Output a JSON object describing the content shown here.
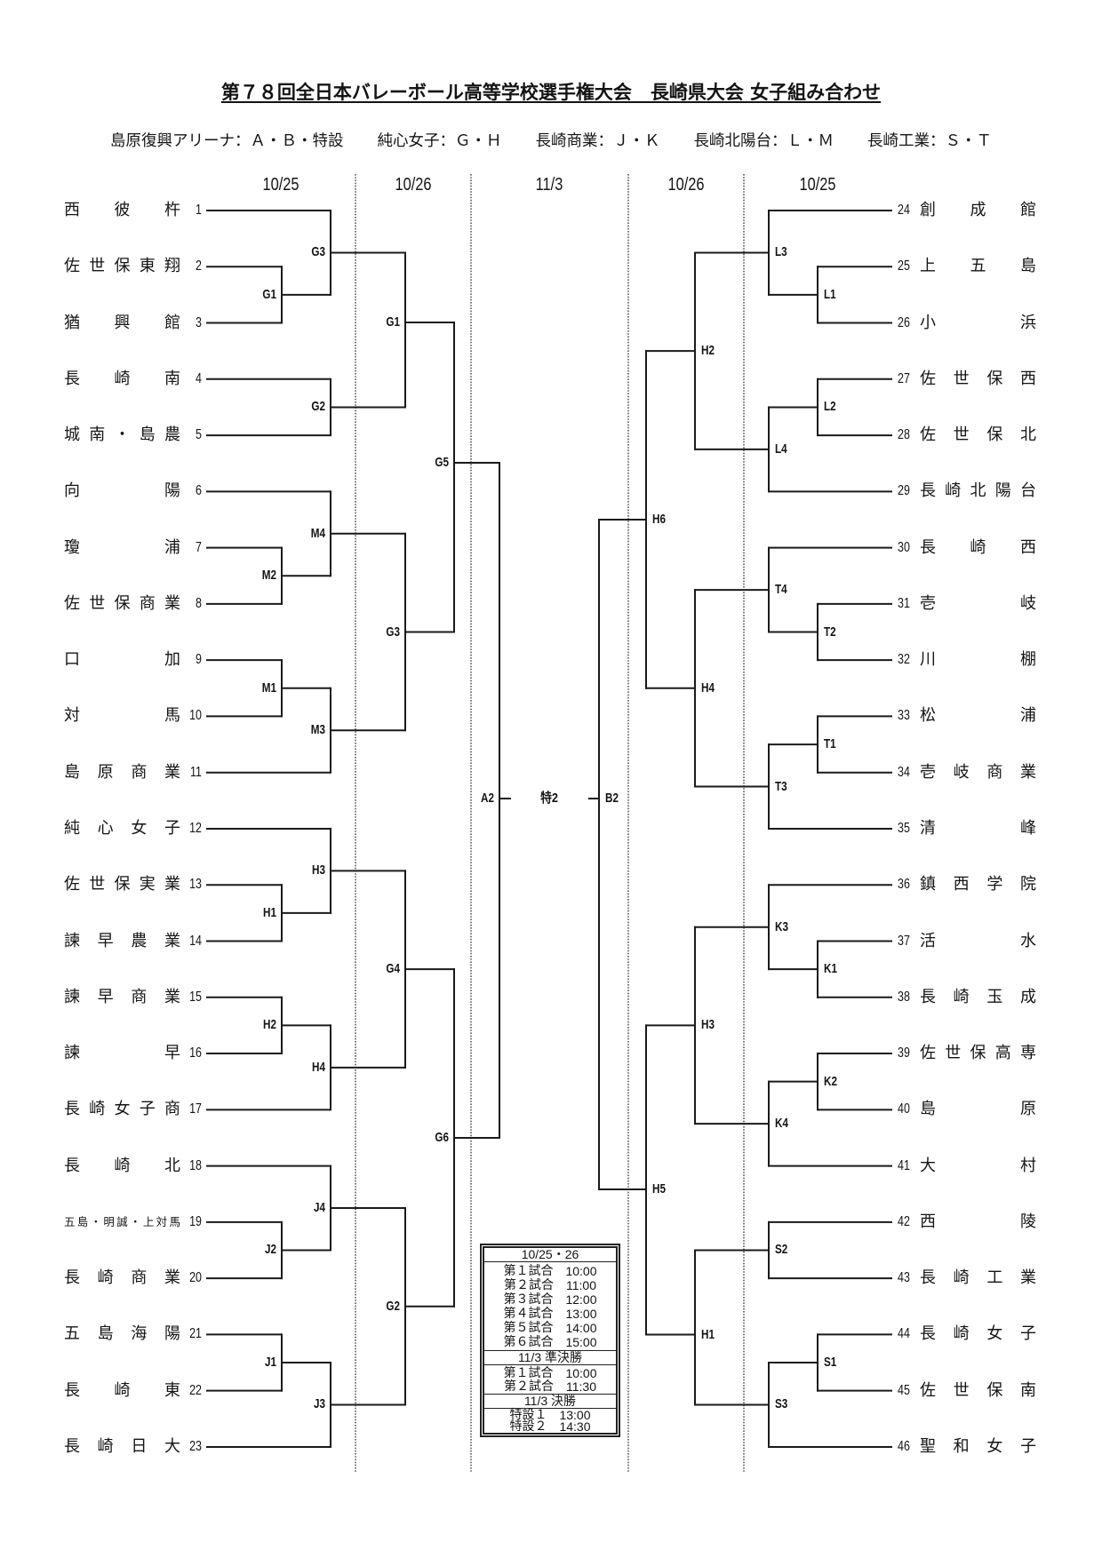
{
  "title": "第７８回全日本バレーボール高等学校選手権大会　長崎県大会 女子組み合わせ",
  "venue_separator": "：",
  "venues": [
    {
      "name": "島原復興アリーナ",
      "courts": "Ａ・Ｂ・特設"
    },
    {
      "name": "純心女子",
      "courts": "Ｇ・Ｈ"
    },
    {
      "name": "長崎商業",
      "courts": "Ｊ・Ｋ"
    },
    {
      "name": "長崎北陽台",
      "courts": "Ｌ・Ｍ"
    },
    {
      "name": "長崎工業",
      "courts": "Ｓ・Ｔ"
    }
  ],
  "round_dates": [
    "10/25",
    "10/26",
    "11/3",
    "10/26",
    "10/25"
  ],
  "bracket": {
    "final": {
      "label": "特2"
    },
    "left": {
      "label": "A2",
      "children": [
        {
          "label": "G5",
          "children": [
            {
              "label": "G1",
              "children": [
                {
                  "label": "G3",
                  "children": [
                    {
                      "seed": 1,
                      "name": "西彼杵"
                    },
                    {
                      "label": "G1",
                      "children": [
                        {
                          "seed": 2,
                          "name": "佐世保東翔"
                        },
                        {
                          "seed": 3,
                          "name": "猶興館"
                        }
                      ]
                    }
                  ]
                },
                {
                  "label": "G2",
                  "children": [
                    {
                      "seed": 4,
                      "name": "長崎南"
                    },
                    {
                      "seed": 5,
                      "name": "城南・島農"
                    }
                  ]
                }
              ]
            },
            {
              "label": "G3",
              "children": [
                {
                  "label": "M4",
                  "children": [
                    {
                      "seed": 6,
                      "name": "向陽"
                    },
                    {
                      "label": "M2",
                      "children": [
                        {
                          "seed": 7,
                          "name": "瓊浦"
                        },
                        {
                          "seed": 8,
                          "name": "佐世保商業"
                        }
                      ]
                    }
                  ]
                },
                {
                  "label": "M3",
                  "children": [
                    {
                      "label": "M1",
                      "children": [
                        {
                          "seed": 9,
                          "name": "口加"
                        },
                        {
                          "seed": 10,
                          "name": "対馬"
                        }
                      ]
                    },
                    {
                      "seed": 11,
                      "name": "島原商業"
                    }
                  ]
                }
              ]
            }
          ]
        },
        {
          "label": "G6",
          "children": [
            {
              "label": "G4",
              "children": [
                {
                  "label": "H3",
                  "children": [
                    {
                      "seed": 12,
                      "name": "純心女子"
                    },
                    {
                      "label": "H1",
                      "children": [
                        {
                          "seed": 13,
                          "name": "佐世保実業"
                        },
                        {
                          "seed": 14,
                          "name": "諫早農業"
                        }
                      ]
                    }
                  ]
                },
                {
                  "label": "H4",
                  "children": [
                    {
                      "label": "H2",
                      "children": [
                        {
                          "seed": 15,
                          "name": "諫早商業"
                        },
                        {
                          "seed": 16,
                          "name": "諫早"
                        }
                      ]
                    },
                    {
                      "seed": 17,
                      "name": "長崎女子商"
                    }
                  ]
                }
              ]
            },
            {
              "label": "G2",
              "children": [
                {
                  "label": "J4",
                  "children": [
                    {
                      "seed": 18,
                      "name": "長崎北"
                    },
                    {
                      "label": "J2",
                      "children": [
                        {
                          "seed": 19,
                          "name": "五島・明誠・上対馬"
                        },
                        {
                          "seed": 20,
                          "name": "長崎商業"
                        }
                      ]
                    }
                  ]
                },
                {
                  "label": "J3",
                  "children": [
                    {
                      "label": "J1",
                      "children": [
                        {
                          "seed": 21,
                          "name": "五島海陽"
                        },
                        {
                          "seed": 22,
                          "name": "長崎東"
                        }
                      ]
                    },
                    {
                      "seed": 23,
                      "name": "長崎日大"
                    }
                  ]
                }
              ]
            }
          ]
        }
      ]
    },
    "right": {
      "label": "B2",
      "children": [
        {
          "label": "H6",
          "children": [
            {
              "label": "H2",
              "children": [
                {
                  "label": "L3",
                  "children": [
                    {
                      "seed": 24,
                      "name": "創成館"
                    },
                    {
                      "label": "L1",
                      "children": [
                        {
                          "seed": 25,
                          "name": "上五島"
                        },
                        {
                          "seed": 26,
                          "name": "小浜"
                        }
                      ]
                    }
                  ]
                },
                {
                  "label": "L4",
                  "children": [
                    {
                      "label": "L2",
                      "children": [
                        {
                          "seed": 27,
                          "name": "佐世保西"
                        },
                        {
                          "seed": 28,
                          "name": "佐世保北"
                        }
                      ]
                    },
                    {
                      "seed": 29,
                      "name": "長崎北陽台"
                    }
                  ]
                }
              ]
            },
            {
              "label": "H4",
              "children": [
                {
                  "label": "T4",
                  "children": [
                    {
                      "seed": 30,
                      "name": "長崎西"
                    },
                    {
                      "label": "T2",
                      "children": [
                        {
                          "seed": 31,
                          "name": "壱岐"
                        },
                        {
                          "seed": 32,
                          "name": "川棚"
                        }
                      ]
                    }
                  ]
                },
                {
                  "label": "T3",
                  "children": [
                    {
                      "label": "T1",
                      "children": [
                        {
                          "seed": 33,
                          "name": "松浦"
                        },
                        {
                          "seed": 34,
                          "name": "壱岐商業"
                        }
                      ]
                    },
                    {
                      "seed": 35,
                      "name": "清峰"
                    }
                  ]
                }
              ]
            }
          ]
        },
        {
          "label": "H5",
          "children": [
            {
              "label": "H3",
              "children": [
                {
                  "label": "K3",
                  "children": [
                    {
                      "seed": 36,
                      "name": "鎮西学院"
                    },
                    {
                      "label": "K1",
                      "children": [
                        {
                          "seed": 37,
                          "name": "活水"
                        },
                        {
                          "seed": 38,
                          "name": "長崎玉成"
                        }
                      ]
                    }
                  ]
                },
                {
                  "label": "K4",
                  "children": [
                    {
                      "label": "K2",
                      "children": [
                        {
                          "seed": 39,
                          "name": "佐世保高専"
                        },
                        {
                          "seed": 40,
                          "name": "島原"
                        }
                      ]
                    },
                    {
                      "seed": 41,
                      "name": "大村"
                    }
                  ]
                }
              ]
            },
            {
              "label": "H1",
              "children": [
                {
                  "label": "S2",
                  "children": [
                    {
                      "seed": 42,
                      "name": "西陵"
                    },
                    {
                      "seed": 43,
                      "name": "長崎工業"
                    }
                  ]
                },
                {
                  "label": "S3",
                  "children": [
                    {
                      "label": "S1",
                      "children": [
                        {
                          "seed": 44,
                          "name": "長崎女子"
                        },
                        {
                          "seed": 45,
                          "name": "佐世保南"
                        }
                      ]
                    },
                    {
                      "seed": 46,
                      "name": "聖和女子"
                    }
                  ]
                }
              ]
            }
          ]
        }
      ]
    }
  },
  "schedule": {
    "sections": [
      {
        "header": "10/25・26",
        "rows": [
          {
            "game": "第１試合",
            "time": "10:00"
          },
          {
            "game": "第２試合",
            "time": "11:00"
          },
          {
            "game": "第３試合",
            "time": "12:00"
          },
          {
            "game": "第４試合",
            "time": "13:00"
          },
          {
            "game": "第５試合",
            "time": "14:00"
          },
          {
            "game": "第６試合",
            "time": "15:00"
          }
        ]
      },
      {
        "header": "11/3 準決勝",
        "rows": [
          {
            "game": "第１試合",
            "time": "10:00"
          },
          {
            "game": "第２試合",
            "time": "11:30"
          }
        ]
      },
      {
        "header": "11/3 決勝",
        "rows": [
          {
            "game": "特設１",
            "time": "13:00"
          },
          {
            "game": "特設２",
            "time": "14:30"
          }
        ]
      }
    ]
  }
}
